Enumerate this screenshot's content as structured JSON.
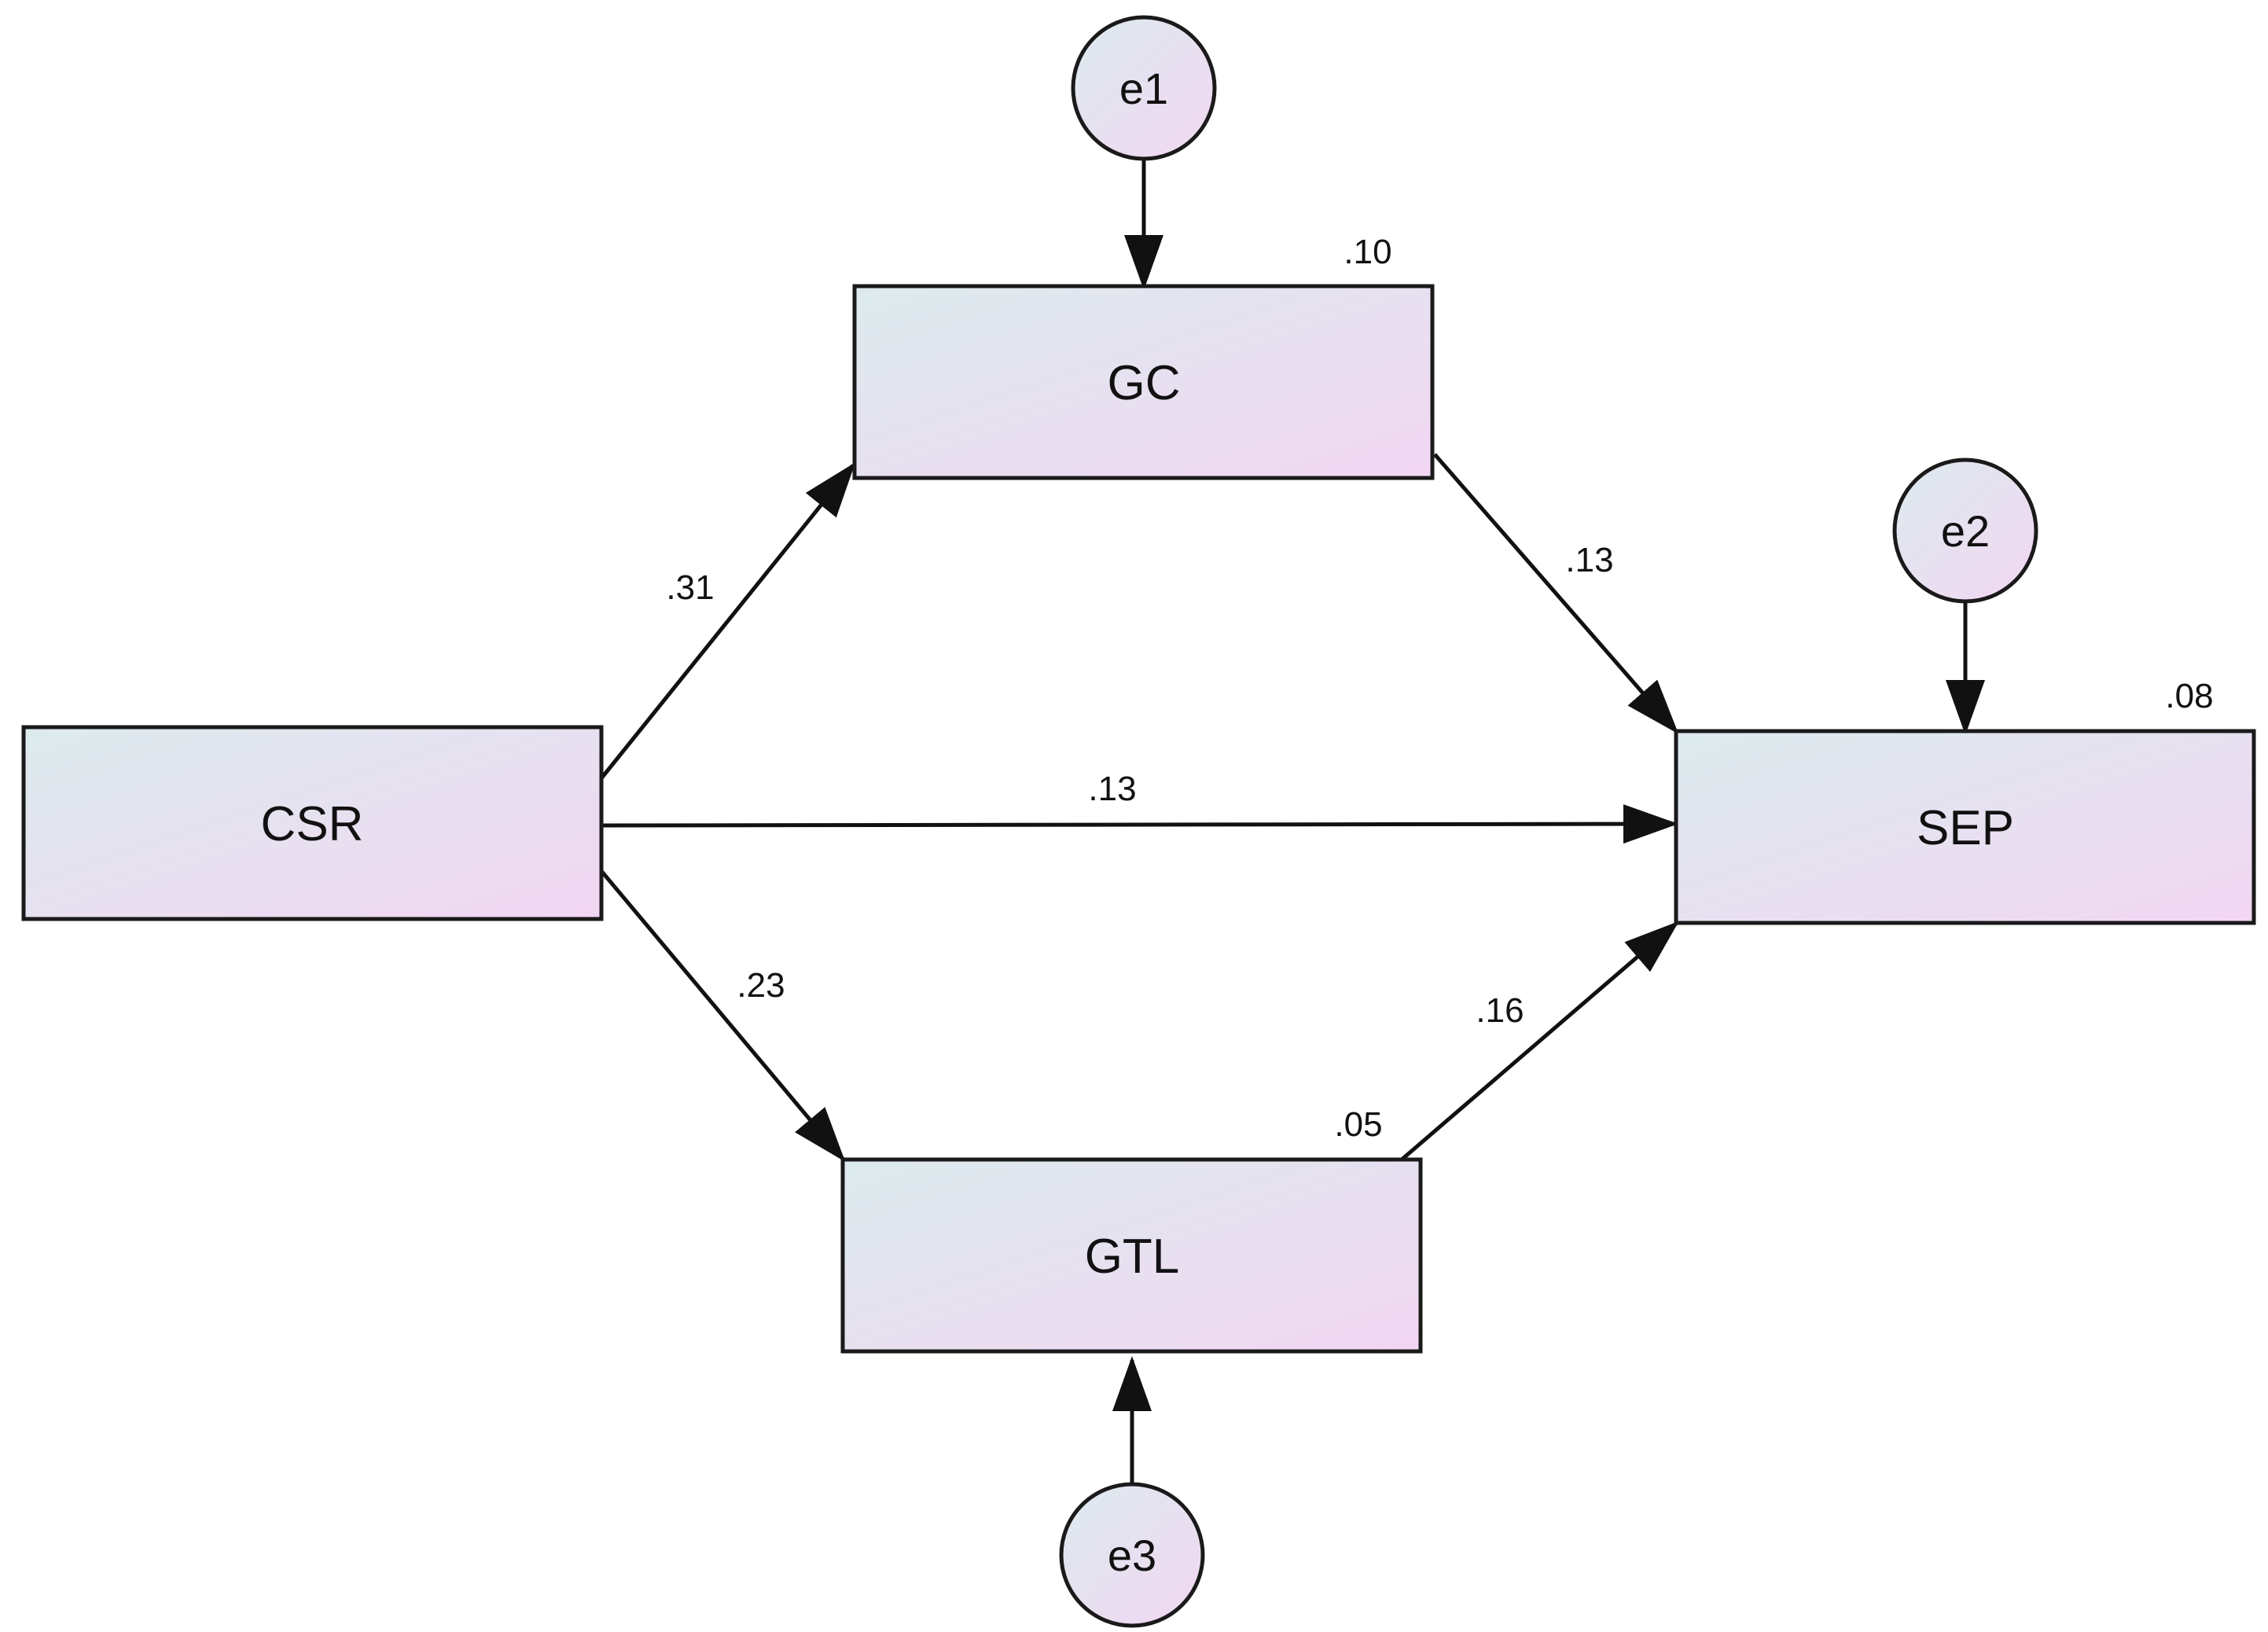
{
  "colors": {
    "fill_start": "#dcebee",
    "fill_end": "#f2d6f2",
    "stroke": "#1a1a1a",
    "background": "#ffffff"
  },
  "nodes": {
    "csr": {
      "label": "CSR"
    },
    "gc": {
      "label": "GC",
      "r2": ".10"
    },
    "sep": {
      "label": "SEP",
      "r2": ".08"
    },
    "gtl": {
      "label": "GTL",
      "r2": ".05"
    }
  },
  "errors": {
    "e1": {
      "label": "e1"
    },
    "e2": {
      "label": "e2"
    },
    "e3": {
      "label": "e3"
    }
  },
  "paths": {
    "csr_gc": {
      "coef": ".31"
    },
    "gc_sep": {
      "coef": ".13"
    },
    "csr_sep": {
      "coef": ".13"
    },
    "csr_gtl": {
      "coef": ".23"
    },
    "gtl_sep": {
      "coef": ".16"
    }
  }
}
